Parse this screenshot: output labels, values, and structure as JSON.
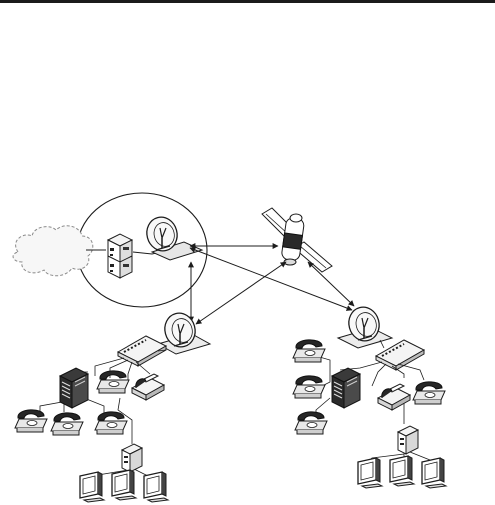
{
  "diagram": {
    "top_rule": true,
    "components": {
      "cloud": "network-cloud-icon",
      "hub_site": "hub-earth-station",
      "satellite": "satellite-icon",
      "remote_site_left": "remote-earth-station-left",
      "remote_site_right": "remote-earth-station-right"
    },
    "links": [
      {
        "from": "hub-earth-station",
        "to": "satellite-icon"
      },
      {
        "from": "hub-earth-station",
        "to": "remote-earth-station-left"
      },
      {
        "from": "hub-earth-station",
        "to": "remote-earth-station-right"
      },
      {
        "from": "satellite-icon",
        "to": "remote-earth-station-left"
      },
      {
        "from": "satellite-icon",
        "to": "remote-earth-station-right"
      }
    ],
    "colors": {
      "line": "#1c1c1c",
      "device_fill": "#f4f4f4",
      "cloud_fill": "#f7f7f7"
    }
  }
}
